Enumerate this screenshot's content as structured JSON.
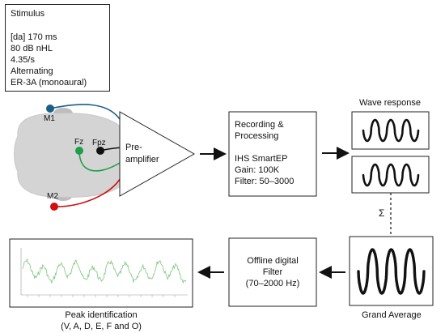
{
  "stimulus": {
    "title": "Stimulus",
    "lines": [
      "[da] 170 ms",
      "80 dB nHL",
      "4.35/s",
      "Alternating",
      "ER-3A (monoaural)"
    ]
  },
  "electrodes": {
    "m1": "M1",
    "m2": "M2",
    "fz": "Fz",
    "fpz": "Fpz"
  },
  "preamp": {
    "line1": "Pre-",
    "line2": "amplifier"
  },
  "recording": {
    "line1": "Recording &",
    "line2": "Processing",
    "line3": "IHS SmartEP",
    "line4": "Gain: 100K",
    "line5": "Filter: 50–3000"
  },
  "wave_response": {
    "label": "Wave response"
  },
  "sum_symbol": "Σ",
  "grand_average": {
    "label": "Grand Average"
  },
  "offline_filter": {
    "line1": "Offline digital",
    "line2": "Filter",
    "line3": "(70–2000 Hz)"
  },
  "peak_identification": {
    "line1": "Peak identification",
    "line2": "(V, A, D, E, F and O)"
  },
  "colors": {
    "m1": "#1b5e8a",
    "fz": "#1e9e4a",
    "fpz": "#111111",
    "m2": "#d01010",
    "head": "#d4d4d4",
    "trace": "#7cc67c"
  }
}
